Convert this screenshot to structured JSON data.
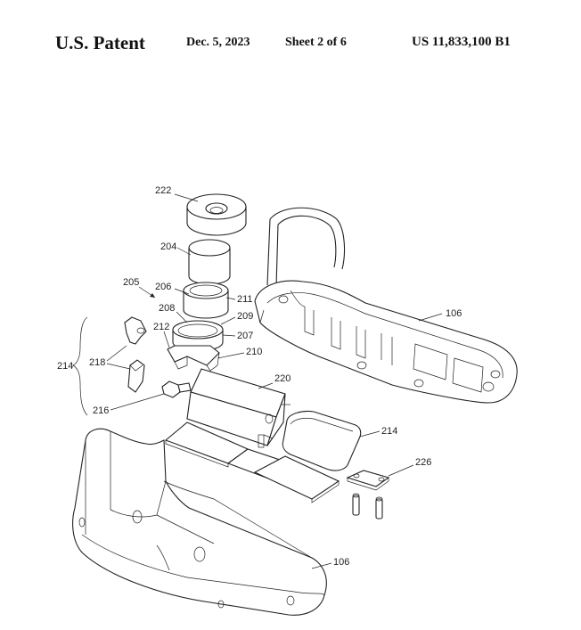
{
  "header": {
    "left": "U.S. Patent",
    "date": "Dec. 5, 2023",
    "sheet": "Sheet 2 of 6",
    "number": "US 11,833,100 B1"
  },
  "refs": {
    "r222": "222",
    "r204": "204",
    "r205": "205",
    "r206": "206",
    "r211": "211",
    "r208": "208",
    "r209": "209",
    "r212": "212",
    "r207": "207",
    "r210": "210",
    "r214a": "214",
    "r218": "218",
    "r220": "220",
    "r216": "216",
    "r214b": "214",
    "r226": "226",
    "r106a": "106",
    "r106b": "106"
  }
}
